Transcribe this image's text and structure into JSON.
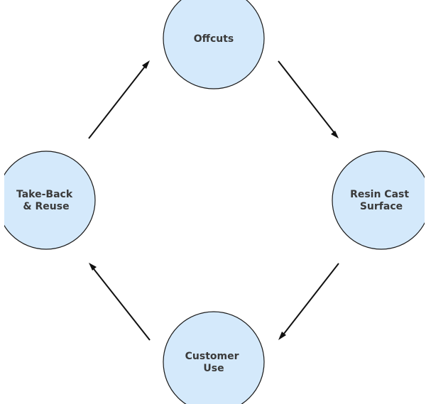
{
  "diagram": {
    "type": "cycle",
    "node_fill": "#d4e9fb",
    "node_stroke": "#1a1a1a",
    "arrow_color": "#111111",
    "nodes": {
      "offcuts": {
        "lines": [
          "Offcuts"
        ]
      },
      "resin_cast_surface": {
        "lines": [
          "Resin Cast",
          "Surface"
        ]
      },
      "customer_use": {
        "lines": [
          "Customer",
          "Use"
        ]
      },
      "take_back_reuse": {
        "lines": [
          "Take-Back",
          "& Reuse"
        ]
      }
    },
    "edges": [
      {
        "from": "offcuts",
        "to": "resin_cast_surface"
      },
      {
        "from": "resin_cast_surface",
        "to": "customer_use"
      },
      {
        "from": "customer_use",
        "to": "take_back_reuse"
      },
      {
        "from": "take_back_reuse",
        "to": "offcuts"
      }
    ]
  }
}
